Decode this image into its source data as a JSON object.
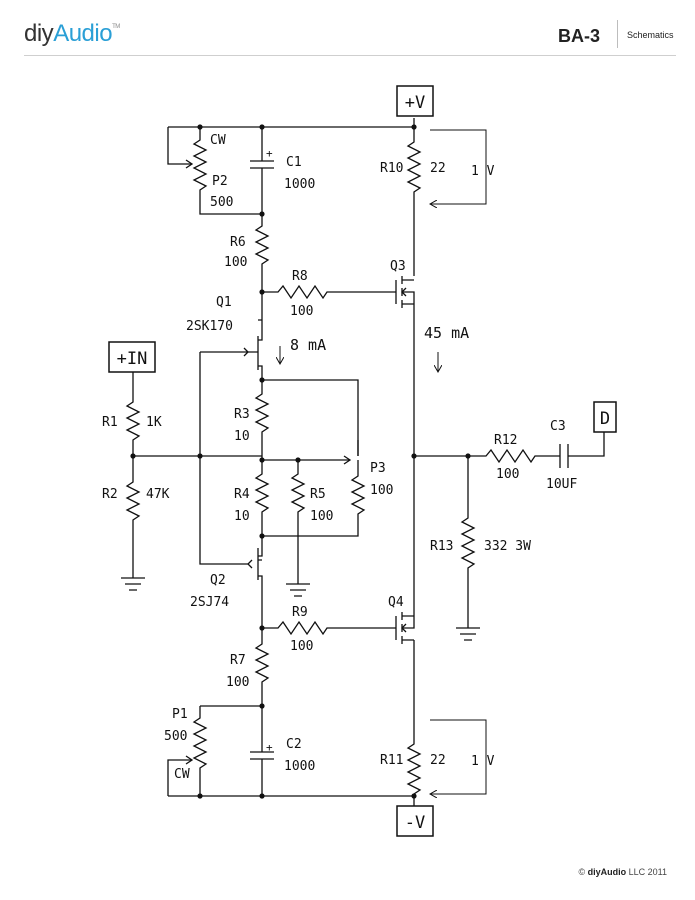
{
  "header": {
    "logo_diy": "diy",
    "logo_audio": "Audio",
    "logo_tm": "TM",
    "doc_id": "BA-3",
    "section": "Schematics"
  },
  "footer": {
    "copyright_symbol": "©",
    "brand": "diyAudio",
    "rest": "LLC 2011"
  },
  "rails": {
    "pos": "+V",
    "neg": "-V"
  },
  "ports": {
    "input": "+IN",
    "output": "D"
  },
  "components": {
    "P2": {
      "ref": "P2",
      "value": "500",
      "mark": "CW"
    },
    "C1": {
      "ref": "C1",
      "value": "1000",
      "polarity": "+"
    },
    "R10": {
      "ref": "R10",
      "value": "22"
    },
    "R6": {
      "ref": "R6",
      "value": "100"
    },
    "R8": {
      "ref": "R8",
      "value": "100"
    },
    "Q3": {
      "ref": "Q3"
    },
    "Q1": {
      "ref": "Q1",
      "part": "2SK170"
    },
    "R1": {
      "ref": "R1",
      "value": "1K"
    },
    "R2": {
      "ref": "R2",
      "value": "47K"
    },
    "R3": {
      "ref": "R3",
      "value": "10"
    },
    "R4": {
      "ref": "R4",
      "value": "10"
    },
    "R5": {
      "ref": "R5",
      "value": "100"
    },
    "P3": {
      "ref": "P3",
      "value": "100"
    },
    "R12": {
      "ref": "R12",
      "value": "100"
    },
    "C3": {
      "ref": "C3",
      "value": "10UF"
    },
    "R13": {
      "ref": "R13",
      "value": "332 3W"
    },
    "Q2": {
      "ref": "Q2",
      "part": "2SJ74"
    },
    "R9": {
      "ref": "R9",
      "value": "100"
    },
    "Q4": {
      "ref": "Q4"
    },
    "R7": {
      "ref": "R7",
      "value": "100"
    },
    "P1": {
      "ref": "P1",
      "value": "500",
      "mark": "CW"
    },
    "C2": {
      "ref": "C2",
      "value": "1000",
      "polarity": "+"
    },
    "R11": {
      "ref": "R11",
      "value": "22"
    }
  },
  "annotations": {
    "v_top": "1 V",
    "v_bottom": "1 V",
    "i_q1": "8 mA",
    "i_q3": "45 mA"
  }
}
